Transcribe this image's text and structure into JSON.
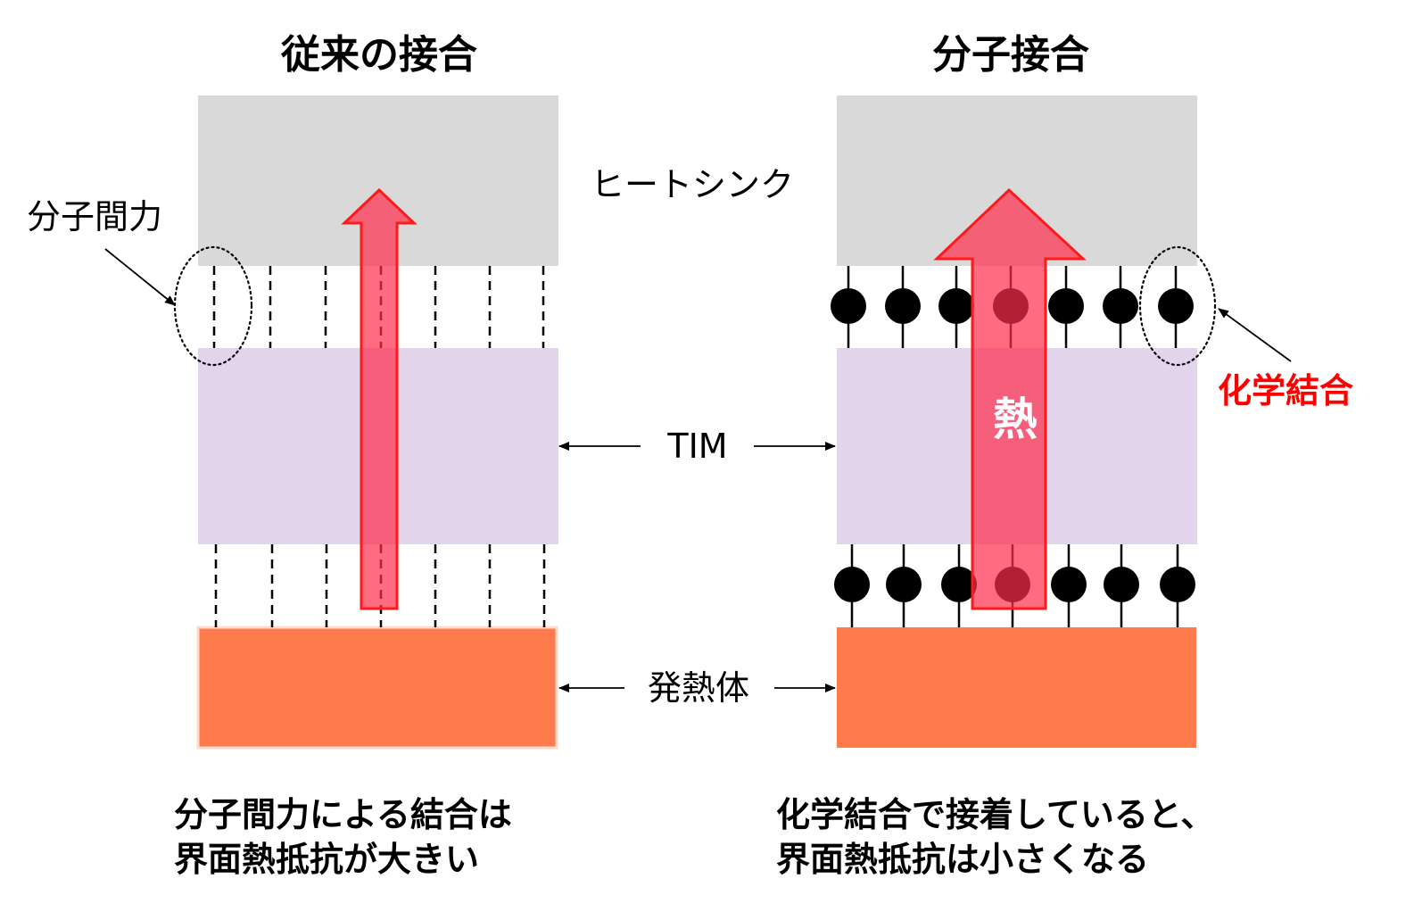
{
  "titles": {
    "left": "従来の接合",
    "right": "分子接合"
  },
  "labels": {
    "heatsink": "ヒートシンク",
    "tim": "TIM",
    "heater": "発熱体",
    "intermolecular_force": "分子間力",
    "chemical_bond": "化学結合",
    "heat": "熱"
  },
  "captions": {
    "left": [
      "分子間力による結合は",
      "界面熱抵抗が大きい"
    ],
    "right": [
      "化学結合で接着していると、",
      "界面熱抵抗は小さくなる"
    ]
  },
  "colors": {
    "heatsink": "#d9d9d9",
    "tim": "#e1d4eb",
    "heater": "#ff7b4c",
    "heat_arrow_fill": "#ff2d4b",
    "heat_arrow_stroke": "#ff1a1a",
    "bond_label": "#ff0000",
    "molecule": "#000000"
  }
}
